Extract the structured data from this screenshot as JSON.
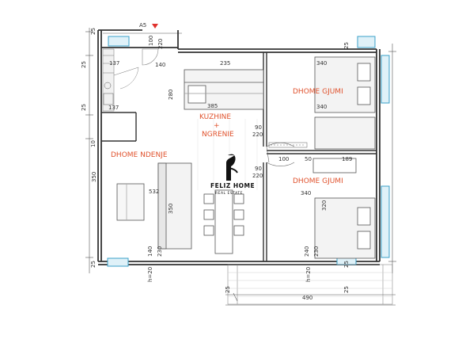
{
  "plan": {
    "section_marker": "A5",
    "rooms": {
      "kitchen": "KUZHINE",
      "kitchen_plus": "+",
      "dining": "NGRENIE",
      "living": "DHOME NDENJE",
      "bedroom_1": "DHOME GJUMI",
      "bedroom_2": "DHOME GJUMI"
    },
    "dims": {
      "d25_top": "25",
      "d100": "100",
      "d220_top": "220",
      "d140_top": "140",
      "d235": "235",
      "d340_a": "340",
      "d25_right_top": "25",
      "d25_left_top": "25",
      "d137_a": "137",
      "d280": "280",
      "d385": "385",
      "d340_b": "340",
      "d137_b": "137",
      "d25_left_mid": "25",
      "d90_a": "90",
      "d220_a": "220",
      "d10": "10",
      "d100_mid": "100",
      "d50": "50",
      "d189": "189",
      "d90_b": "90",
      "d220_b": "220",
      "d350_left": "350",
      "d532": "532",
      "d350_mid": "350",
      "d340_c": "340",
      "d320": "320",
      "d25_left_bot": "25",
      "d140_bot": "140",
      "d230_a": "230",
      "d240": "240",
      "d230_b": "230",
      "d25_right_bot": "25",
      "h20_a": "h=20",
      "h20_b": "h=20",
      "d25_balc": "25",
      "d490": "490",
      "d25_balc_r": "25"
    },
    "logo": {
      "name": "FELIZ HOME",
      "sub": "REAL ESTATE"
    }
  }
}
